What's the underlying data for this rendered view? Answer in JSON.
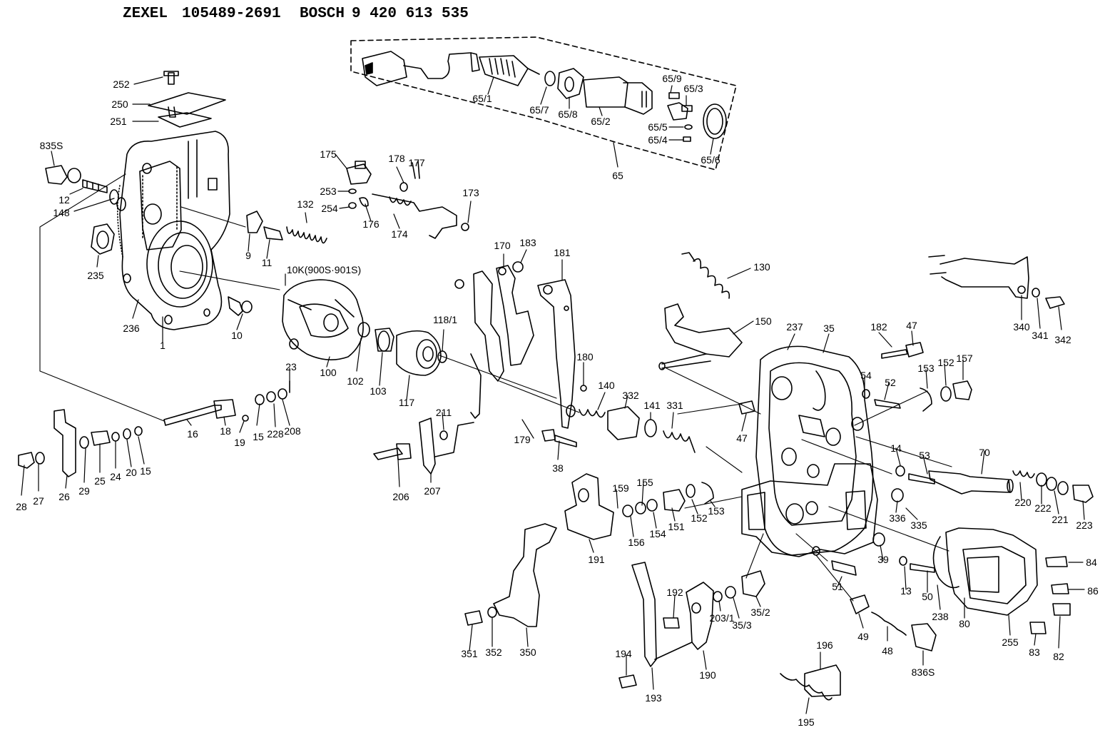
{
  "header": {
    "maker_a": "ZEXEL",
    "part_a": "105489-2691",
    "maker_b": "BOSCH",
    "part_b": "9 420 613 535"
  },
  "callouts": [
    {
      "id": "c252",
      "text": "252"
    },
    {
      "id": "c250",
      "text": "250"
    },
    {
      "id": "c251",
      "text": "251"
    },
    {
      "id": "c835s",
      "text": "835S"
    },
    {
      "id": "c12",
      "text": "12"
    },
    {
      "id": "c148",
      "text": "148"
    },
    {
      "id": "c235",
      "text": "235"
    },
    {
      "id": "c236",
      "text": "236"
    },
    {
      "id": "c1",
      "text": "1"
    },
    {
      "id": "c10",
      "text": "10"
    },
    {
      "id": "c9",
      "text": "9"
    },
    {
      "id": "c11",
      "text": "11"
    },
    {
      "id": "c132",
      "text": "132"
    },
    {
      "id": "c10k",
      "text": "10K(900S·901S)"
    },
    {
      "id": "c175",
      "text": "175"
    },
    {
      "id": "c253",
      "text": "253"
    },
    {
      "id": "c254",
      "text": "254"
    },
    {
      "id": "c176",
      "text": "176"
    },
    {
      "id": "c174",
      "text": "174"
    },
    {
      "id": "c178",
      "text": "178"
    },
    {
      "id": "c177",
      "text": "177"
    },
    {
      "id": "c173",
      "text": "173"
    },
    {
      "id": "c65_1",
      "text": "65/1"
    },
    {
      "id": "c65_7",
      "text": "65/7"
    },
    {
      "id": "c65_8",
      "text": "65/8"
    },
    {
      "id": "c65_2",
      "text": "65/2"
    },
    {
      "id": "c65_9",
      "text": "65/9"
    },
    {
      "id": "c65_3",
      "text": "65/3"
    },
    {
      "id": "c65_5",
      "text": "65/5"
    },
    {
      "id": "c65_4",
      "text": "65/4"
    },
    {
      "id": "c65_6",
      "text": "65/6"
    },
    {
      "id": "c65",
      "text": "65"
    },
    {
      "id": "c100",
      "text": "100"
    },
    {
      "id": "c102",
      "text": "102"
    },
    {
      "id": "c103",
      "text": "103"
    },
    {
      "id": "c117",
      "text": "117"
    },
    {
      "id": "c118_1",
      "text": "118/1"
    },
    {
      "id": "c170",
      "text": "170"
    },
    {
      "id": "c183",
      "text": "183"
    },
    {
      "id": "c181",
      "text": "181"
    },
    {
      "id": "c180",
      "text": "180"
    },
    {
      "id": "c130",
      "text": "130"
    },
    {
      "id": "c150",
      "text": "150"
    },
    {
      "id": "c237",
      "text": "237"
    },
    {
      "id": "c35",
      "text": "35"
    },
    {
      "id": "c182",
      "text": "182"
    },
    {
      "id": "c47a",
      "text": "47"
    },
    {
      "id": "c340",
      "text": "340"
    },
    {
      "id": "c341",
      "text": "341"
    },
    {
      "id": "c342",
      "text": "342"
    },
    {
      "id": "c23",
      "text": "23"
    },
    {
      "id": "c16",
      "text": "16"
    },
    {
      "id": "c18",
      "text": "18"
    },
    {
      "id": "c19",
      "text": "19"
    },
    {
      "id": "c15a",
      "text": "15"
    },
    {
      "id": "c228",
      "text": "228"
    },
    {
      "id": "c208",
      "text": "208"
    },
    {
      "id": "c28",
      "text": "28"
    },
    {
      "id": "c27",
      "text": "27"
    },
    {
      "id": "c26",
      "text": "26"
    },
    {
      "id": "c29",
      "text": "29"
    },
    {
      "id": "c25",
      "text": "25"
    },
    {
      "id": "c24",
      "text": "24"
    },
    {
      "id": "c20",
      "text": "20"
    },
    {
      "id": "c15b",
      "text": "15"
    },
    {
      "id": "c211",
      "text": "211"
    },
    {
      "id": "c206",
      "text": "206"
    },
    {
      "id": "c207",
      "text": "207"
    },
    {
      "id": "c179",
      "text": "179"
    },
    {
      "id": "c38",
      "text": "38"
    },
    {
      "id": "c140",
      "text": "140"
    },
    {
      "id": "c332",
      "text": "332"
    },
    {
      "id": "c141",
      "text": "141"
    },
    {
      "id": "c331",
      "text": "331"
    },
    {
      "id": "c47b",
      "text": "47"
    },
    {
      "id": "c54",
      "text": "54"
    },
    {
      "id": "c52",
      "text": "52"
    },
    {
      "id": "c153a",
      "text": "153"
    },
    {
      "id": "c152a",
      "text": "152"
    },
    {
      "id": "c157",
      "text": "157"
    },
    {
      "id": "c14",
      "text": "14"
    },
    {
      "id": "c53",
      "text": "53"
    },
    {
      "id": "c70",
      "text": "70"
    },
    {
      "id": "c220",
      "text": "220"
    },
    {
      "id": "c222",
      "text": "222"
    },
    {
      "id": "c221",
      "text": "221"
    },
    {
      "id": "c223",
      "text": "223"
    },
    {
      "id": "c159",
      "text": "159"
    },
    {
      "id": "c155",
      "text": "155"
    },
    {
      "id": "c191",
      "text": "191"
    },
    {
      "id": "c156",
      "text": "156"
    },
    {
      "id": "c154",
      "text": "154"
    },
    {
      "id": "c151",
      "text": "151"
    },
    {
      "id": "c152b",
      "text": "152"
    },
    {
      "id": "c153b",
      "text": "153"
    },
    {
      "id": "c336",
      "text": "336"
    },
    {
      "id": "c335",
      "text": "335"
    },
    {
      "id": "c39",
      "text": "39"
    },
    {
      "id": "c84",
      "text": "84"
    },
    {
      "id": "c86",
      "text": "86"
    },
    {
      "id": "c51",
      "text": "51"
    },
    {
      "id": "c13",
      "text": "13"
    },
    {
      "id": "c50",
      "text": "50"
    },
    {
      "id": "c238",
      "text": "238"
    },
    {
      "id": "c80",
      "text": "80"
    },
    {
      "id": "c82",
      "text": "82"
    },
    {
      "id": "c255",
      "text": "255"
    },
    {
      "id": "c83",
      "text": "83"
    },
    {
      "id": "c351",
      "text": "351"
    },
    {
      "id": "c352",
      "text": "352"
    },
    {
      "id": "c350",
      "text": "350"
    },
    {
      "id": "c192",
      "text": "192"
    },
    {
      "id": "c194",
      "text": "194"
    },
    {
      "id": "c193",
      "text": "193"
    },
    {
      "id": "c190",
      "text": "190"
    },
    {
      "id": "c203_1",
      "text": "203/1"
    },
    {
      "id": "c35_3",
      "text": "35/3"
    },
    {
      "id": "c35_2",
      "text": "35/2"
    },
    {
      "id": "c49",
      "text": "49"
    },
    {
      "id": "c48",
      "text": "48"
    },
    {
      "id": "c836s",
      "text": "836S"
    },
    {
      "id": "c196",
      "text": "196"
    },
    {
      "id": "c195",
      "text": "195"
    }
  ]
}
